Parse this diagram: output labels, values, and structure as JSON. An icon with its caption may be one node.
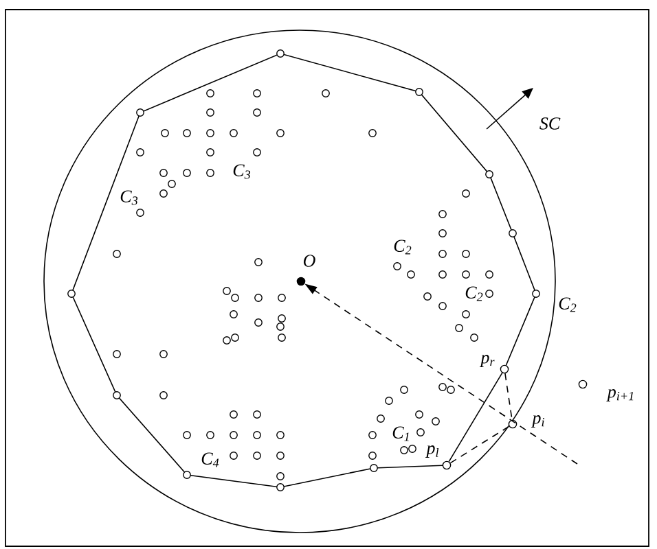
{
  "diagram": {
    "nodes": [
      {
        "text": [],
        "shape": "dot",
        "beside": [
          "O"
        ]
      },
      {
        "text": [],
        "shape": "circle",
        "beside": [
          "p$_{r}$"
        ]
      },
      {
        "text": [],
        "shape": "circle",
        "beside": [
          "p$_{i}$"
        ]
      },
      {
        "text": [],
        "shape": "circle",
        "beside": [
          "p$_{l}$"
        ]
      },
      {
        "text": [],
        "shape": "circle",
        "beside": [
          "p$_{i+1}$"
        ]
      }
    ],
    "edges": [
      {
        "from": null,
        "to": 0,
        "arrow": "to",
        "style": "dashed"
      },
      {
        "from": 1,
        "to": 2,
        "arrow": "none",
        "style": "dashed"
      },
      {
        "from": 3,
        "to": 2,
        "arrow": "none",
        "style": "dashed"
      },
      {
        "from": 3,
        "to": 1,
        "arrow": "none"
      }
    ],
    "labels": [
      "SC",
      "C$_{3}$",
      "C$_{3}$",
      "C$_{2}$",
      "C$_{2}$",
      "C$_{2}$",
      "C$_{1}$",
      "C$_{4}$"
    ]
  }
}
